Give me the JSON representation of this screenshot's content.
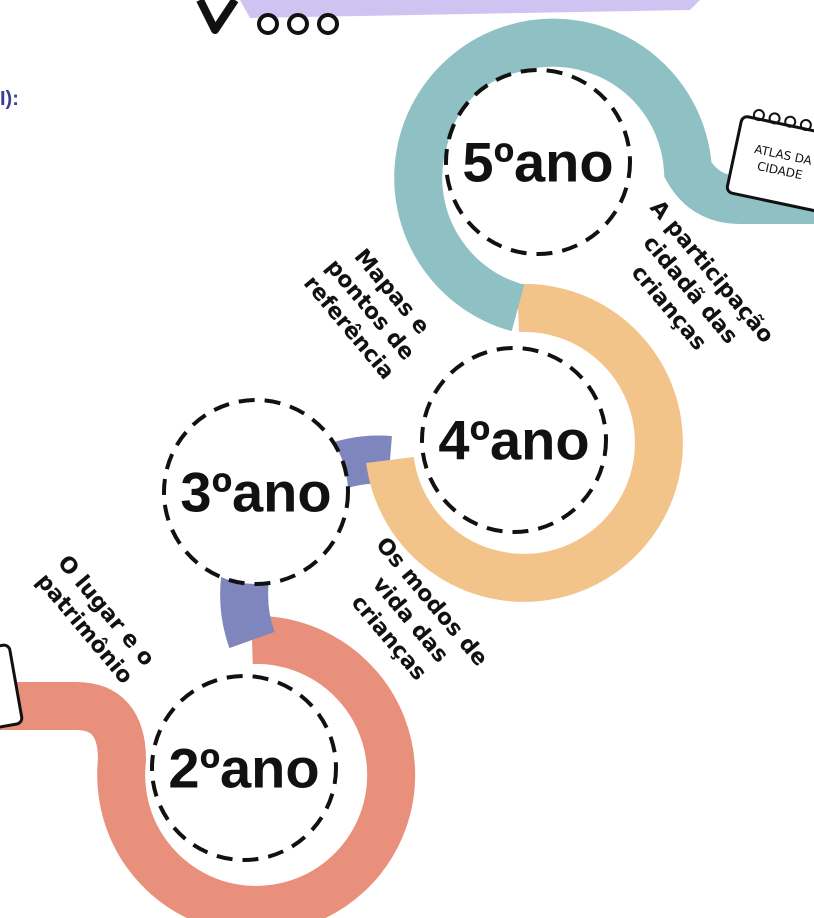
{
  "header": {
    "corner_text": "I):"
  },
  "timeline": {
    "stages": [
      {
        "year": "2ºano",
        "theme": [
          "O lugar e o",
          "patrimônio"
        ],
        "color": "#e9907c"
      },
      {
        "year": "3ºano",
        "theme": [
          "Os modos de",
          "vida das",
          "crianças"
        ],
        "color": "#7f86bd"
      },
      {
        "year": "4ºano",
        "theme": [
          "Mapas e",
          "pontos de",
          "referência"
        ],
        "color": "#f2c48a"
      },
      {
        "year": "5ºano",
        "theme": [
          "A participação",
          "cidadã das",
          "crianças"
        ],
        "color": "#8fc0c3"
      }
    ]
  },
  "atlas_note": {
    "line1": "ATLAS DA",
    "line2": "CIDADE"
  },
  "colors": {
    "accent_purple": "#b7a8e6",
    "text_dark": "#111111",
    "corner_text": "#3b3f8f"
  }
}
